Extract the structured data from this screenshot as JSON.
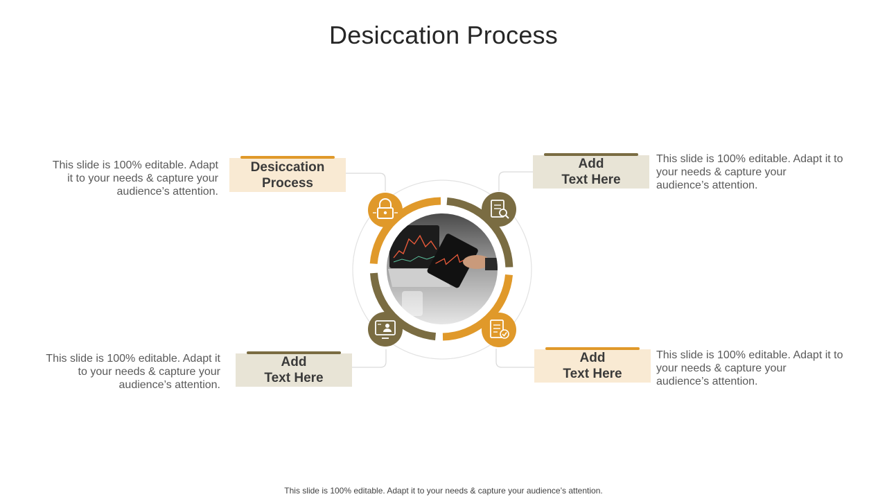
{
  "slide": {
    "title": "Desiccation Process",
    "footer": "This slide is 100% editable. Adapt it to your needs & capture your audience’s attention."
  },
  "items": [
    {
      "position": "top-left",
      "label_line1": "Desiccation",
      "label_line2": "Process",
      "desc_line1": "This slide is 100% editable. Adapt",
      "desc_line2": "it to your needs & capture your",
      "desc_line3": "audience’s attention.",
      "icon": "lock-shield-icon"
    },
    {
      "position": "top-right",
      "label_line1": "Add",
      "label_line2": "Text Here",
      "desc_line1": "This slide is 100% editable. Adapt it to",
      "desc_line2": "your needs & capture your",
      "desc_line3": "audience’s attention.",
      "icon": "document-search-icon"
    },
    {
      "position": "bottom-left",
      "label_line1": "Add",
      "label_line2": "Text Here",
      "desc_line1": "This slide is 100% editable. Adapt it",
      "desc_line2": "to your needs & capture your",
      "desc_line3": "audience’s attention.",
      "icon": "monitor-user-icon"
    },
    {
      "position": "bottom-right",
      "label_line1": "Add",
      "label_line2": "Text Here",
      "desc_line1": "This slide is 100% editable. Adapt it to",
      "desc_line2": "your needs & capture your",
      "desc_line3": "audience’s attention.",
      "icon": "checklist-shield-icon"
    }
  ],
  "colors": {
    "gold": "#e0992a",
    "olive": "#7a6c42",
    "light_fill": "#f9ead3",
    "grey_fill": "#e8e4d6",
    "connector": "#d9d9d9"
  },
  "center_image": "photo-laptop-tablet-stock-chart"
}
